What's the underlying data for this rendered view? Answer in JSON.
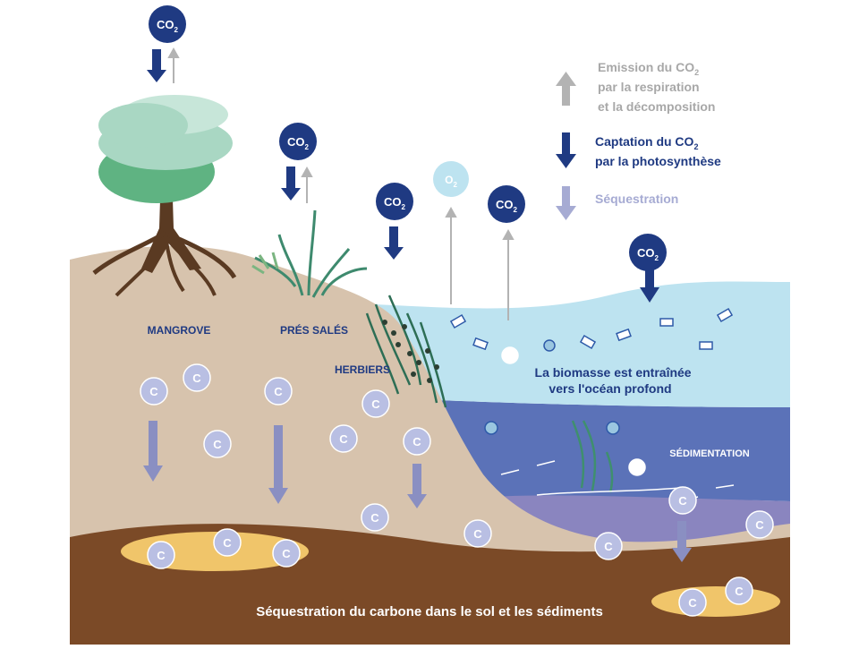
{
  "co2": "CO",
  "co2_sub": "2",
  "o2": "O",
  "o2_sub": "2",
  "carbon": "C",
  "legend": {
    "emission_line1": "Emission du CO",
    "emission_sub": "2",
    "emission_line2": "par la respiration",
    "emission_line3": "et la décomposition",
    "capture_line1": "Captation du CO",
    "capture_sub": "2",
    "capture_line2": "par la photosynthèse",
    "sequestration": "Séquestration"
  },
  "labels": {
    "mangrove": "MANGROVE",
    "salt_marsh": "PRÉS SALÉS",
    "seagrass": "HERBIERS",
    "biomass_line1": "La biomasse est entraînée",
    "biomass_line2": "vers l'océan profond",
    "sedimentation": "SÉDIMENTATION",
    "soil_sequestration": "Séquestration du carbone dans le sol et les sédiments"
  },
  "colors": {
    "co2_badge": "#1f3a82",
    "arrow_capture": "#1f3a82",
    "arrow_emission": "#b3b3b3",
    "arrow_sequestration": "#8a8fc2",
    "carbon_circle": "#b9bfe3",
    "soil": "#d7c3ad",
    "deep_soil": "#7b4a27",
    "ocean_surface": "#bde3f0",
    "ocean_mid": "#5b72b8",
    "ocean_deep": "#8a85bf",
    "sediment_pocket": "#f0c56a",
    "mangrove_canopy": "#a9d7c3"
  }
}
